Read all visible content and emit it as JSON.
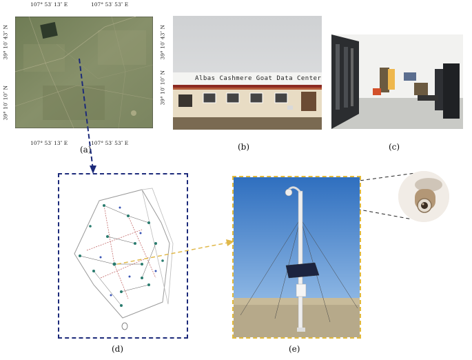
{
  "panel_a": {
    "top_left_coord": "107° 53′ 13″ E",
    "top_right_coord": "107° 53′ 53″ E",
    "bottom_left_coord": "107° 53′ 13″ E",
    "bottom_right_coord": "107° 53′ 53″ E",
    "left_upper_coord": "39° 10′ 43″ N",
    "left_lower_coord": "39° 10′ 10″ N",
    "right_upper_coord": "39° 10′ 43″ N",
    "right_lower_coord": "39° 10′ 10″ N",
    "label": "(a)"
  },
  "panel_b": {
    "building_sign": "Albas Cashmere Goat Data Center",
    "label": "(b)"
  },
  "panel_c": {
    "label": "(c)"
  },
  "panel_d": {
    "label": "(d)"
  },
  "panel_e": {
    "label": "(e)"
  },
  "colors": {
    "frame_blue": "#1c2a7a",
    "frame_gold": "#e2b93b",
    "arrow_gold": "#e0b84a",
    "sky_blue": "#3f7cc8",
    "satellite": "#7c8a5c"
  }
}
